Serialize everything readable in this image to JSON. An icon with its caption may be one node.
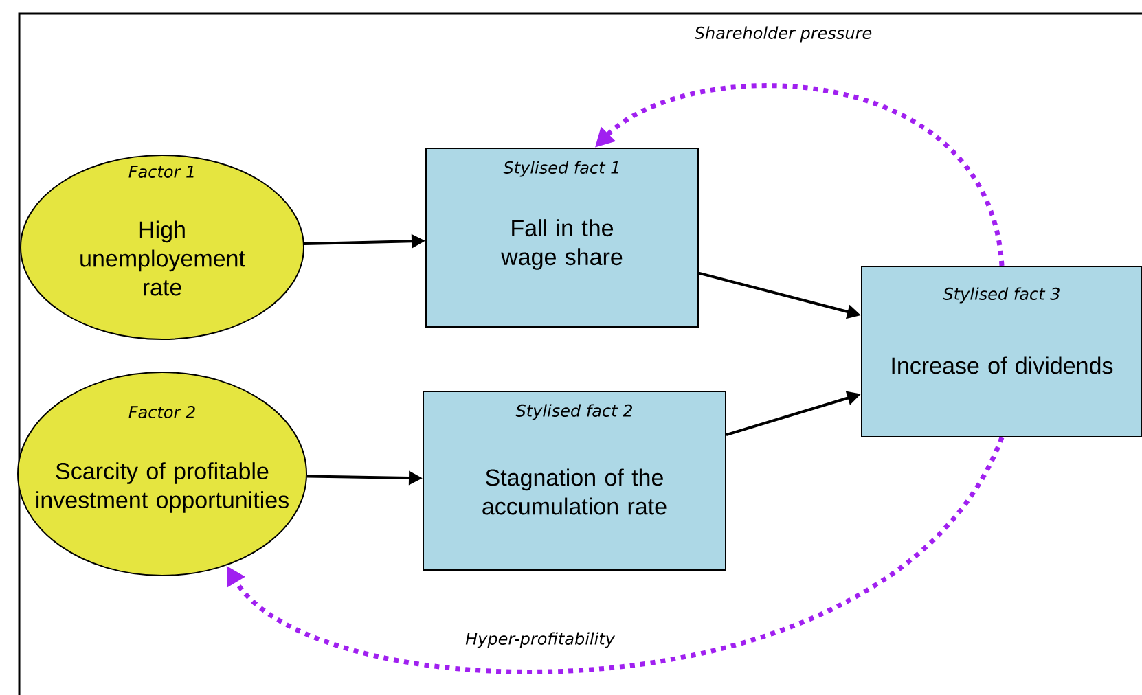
{
  "diagram": {
    "nodes": [
      {
        "text": [
          "Factor 1",
          "High unemployement rate"
        ]
      },
      {
        "text": [
          "Factor 2",
          "Scarcity of profitable investment opportunities"
        ]
      },
      {
        "text": [
          "Stylised fact 1",
          "Fall in the wage share"
        ]
      },
      {
        "text": [
          "Stylised fact 2",
          "Stagnation of the accumulation rate"
        ]
      },
      {
        "text": [
          "Stylised fact 3",
          "Increase of dividends"
        ]
      }
    ],
    "edges": [
      {
        "from": 0,
        "to": 2,
        "arrow": "to"
      },
      {
        "from": 1,
        "to": 3,
        "arrow": "to"
      },
      {
        "from": 2,
        "to": 4,
        "arrow": "to"
      },
      {
        "from": 3,
        "to": 4,
        "arrow": "to"
      },
      {
        "from": 4,
        "to": 2,
        "arrow": "to",
        "label": "Shareholder pressure",
        "style": "dashed",
        "color": "#a020f0"
      },
      {
        "from": 4,
        "to": 1,
        "arrow": "to",
        "label": "Hyper-profitability",
        "style": "dashed",
        "color": "#a020f0"
      }
    ]
  }
}
